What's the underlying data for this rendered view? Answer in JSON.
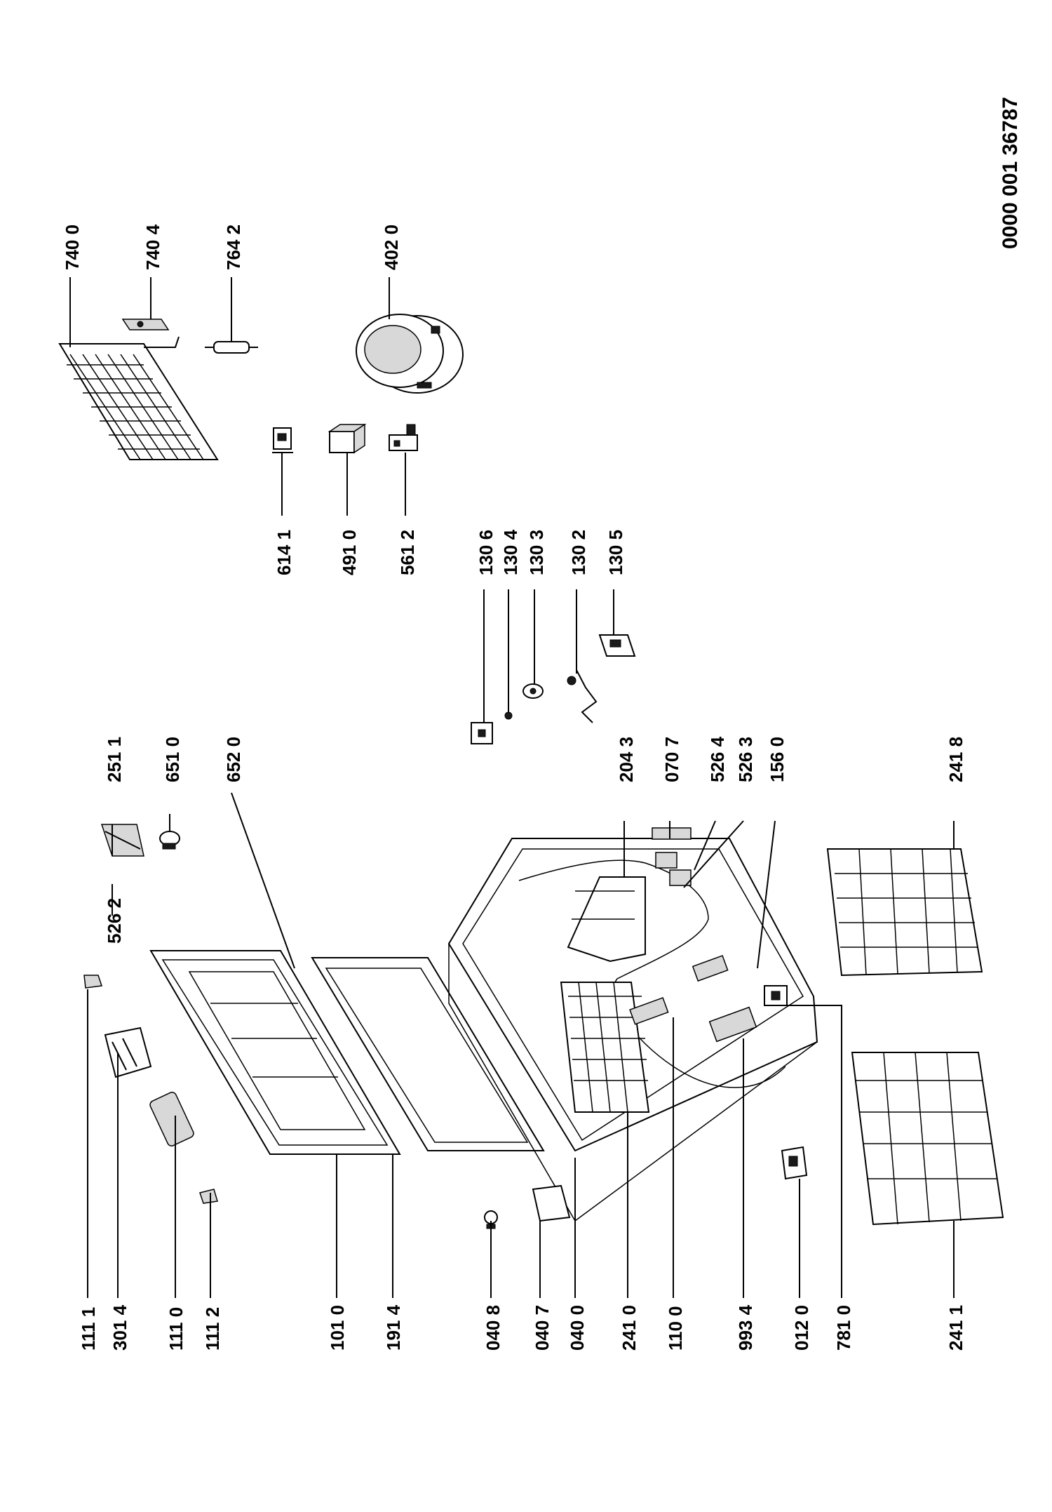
{
  "document": {
    "id": "0000 001 36787"
  },
  "callouts": {
    "left": [
      "111 1",
      "301 4",
      "111 0",
      "111 2",
      "101 0",
      "191 4",
      "040 8",
      "040 7",
      "040 0",
      "241 0",
      "110 0",
      "993 4",
      "012 0",
      "781 0",
      "241 1"
    ],
    "upper": [
      "526 2",
      "251 1",
      "651 0",
      "652 0"
    ],
    "middle": [
      "204 3",
      "070 7",
      "526 4",
      "526 3",
      "156 0",
      "241 8"
    ],
    "sensors": [
      "130 6",
      "130 4",
      "130 3",
      "130 2",
      "130 5"
    ],
    "controls": [
      "614 1",
      "491 0",
      "561 2"
    ],
    "top": [
      "740 0",
      "740 4",
      "764 2",
      "402 0"
    ]
  }
}
